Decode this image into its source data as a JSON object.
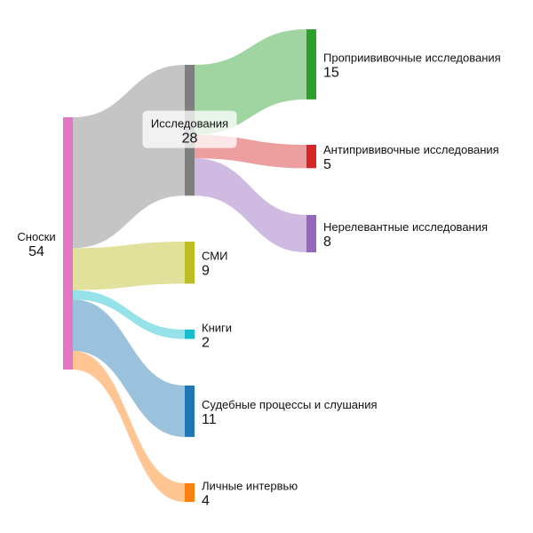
{
  "chart_data": {
    "type": "sankey",
    "nodes": [
      {
        "id": "sources",
        "label": "Сноски",
        "value": 54,
        "color": "#e377c2"
      },
      {
        "id": "research",
        "label": "Исследования",
        "value": 28,
        "color": "#7f7f7f"
      },
      {
        "id": "media",
        "label": "СМИ",
        "value": 9,
        "color": "#bcbd22"
      },
      {
        "id": "books",
        "label": "Книги",
        "value": 2,
        "color": "#17becf"
      },
      {
        "id": "court",
        "label": "Судебные процессы и слушания",
        "value": 11,
        "color": "#1f77b4"
      },
      {
        "id": "interviews",
        "label": "Личные интервью",
        "value": 4,
        "color": "#ff7f0e"
      },
      {
        "id": "pro",
        "label": "Проприививочные исследования",
        "value": 15,
        "color": "#2ca02c"
      },
      {
        "id": "anti",
        "label": "Антипрививочные исследования",
        "value": 5,
        "color": "#d62728"
      },
      {
        "id": "irrelevant",
        "label": "Нерелевантные исследования",
        "value": 8,
        "color": "#9467bd"
      }
    ],
    "links": [
      {
        "source": "sources",
        "target": "research",
        "value": 28
      },
      {
        "source": "sources",
        "target": "media",
        "value": 9
      },
      {
        "source": "sources",
        "target": "books",
        "value": 2
      },
      {
        "source": "sources",
        "target": "court",
        "value": 11
      },
      {
        "source": "sources",
        "target": "interviews",
        "value": 4
      },
      {
        "source": "research",
        "target": "pro",
        "value": 15
      },
      {
        "source": "research",
        "target": "anti",
        "value": 5
      },
      {
        "source": "research",
        "target": "irrelevant",
        "value": 8
      }
    ]
  }
}
